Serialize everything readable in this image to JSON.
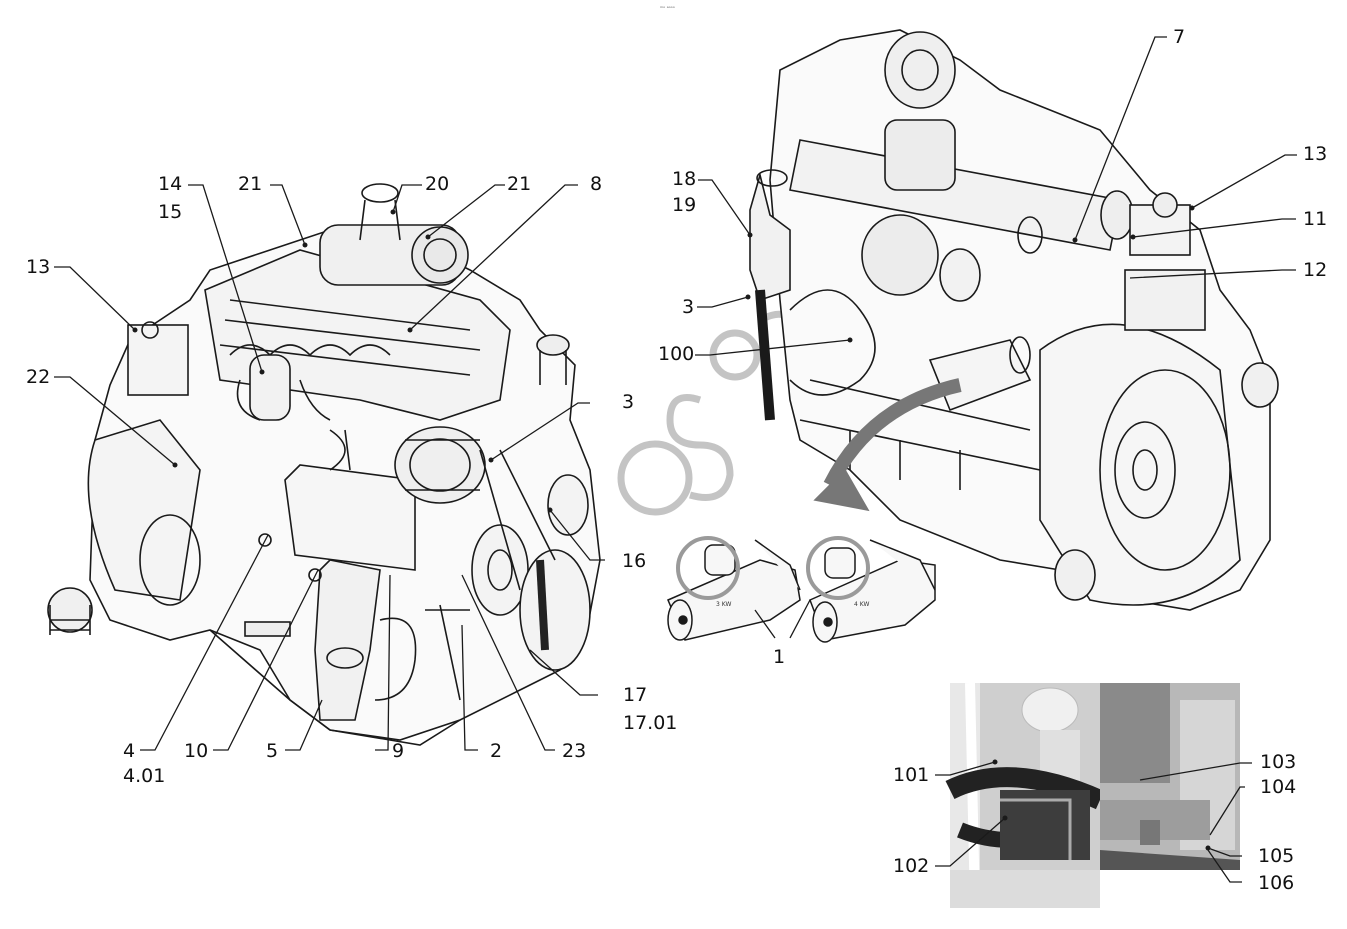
{
  "header": {
    "tiny_code": "ᵐᵒ ᵃᵒᵒᵒ"
  },
  "starters": {
    "left_label": "3 KW",
    "right_label": "4 KW"
  },
  "callouts": {
    "c1": "1",
    "c2": "2",
    "c3_left": "3",
    "c3_right": "3",
    "c4": "4",
    "c4_01": "4.01",
    "c5": "5",
    "c7": "7",
    "c8": "8",
    "c9": "9",
    "c10": "10",
    "c11": "11",
    "c12": "12",
    "c13_left": "13",
    "c13_right": "13",
    "c14": "14",
    "c15": "15",
    "c16": "16",
    "c17": "17",
    "c17_01": "17.01",
    "c18": "18",
    "c19": "19",
    "c20": "20",
    "c21_a": "21",
    "c21_b": "21",
    "c22": "22",
    "c23": "23",
    "c100": "100",
    "c101": "101",
    "c102": "102",
    "c103": "103",
    "c104": "104",
    "c105": "105",
    "c106": "106"
  },
  "colors": {
    "line": "#1a1a1a",
    "starter_circle": "#9a9a9a",
    "watermark": "#bdbdbd",
    "photo_dark": "#3a3a3a",
    "photo_light": "#d8d8d8"
  }
}
